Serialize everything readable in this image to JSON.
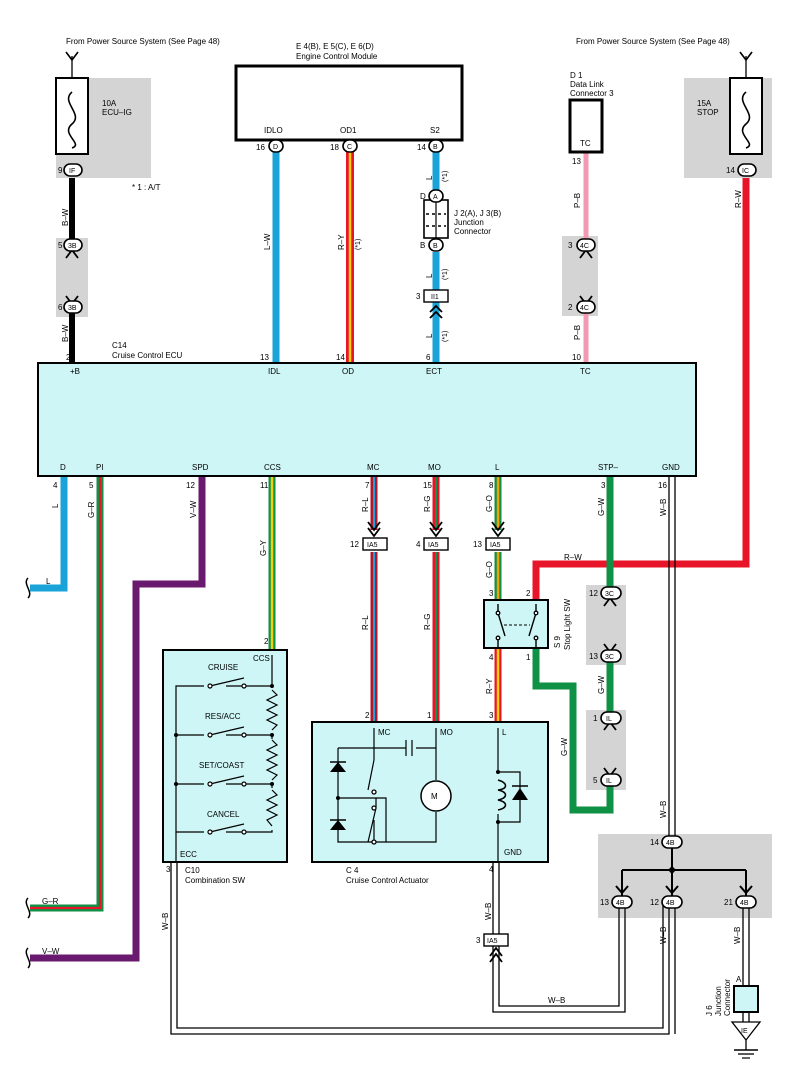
{
  "power_source_left": "From Power Source System (See Page 48)",
  "power_source_right": "From Power Source System (See Page 48)",
  "fuse_left": {
    "amp": "10A",
    "name": "ECU–IG"
  },
  "fuse_right": {
    "amp": "15A",
    "name": "STOP"
  },
  "note": "* 1 : A/T",
  "ecm": {
    "ref": "E 4(B), E 5(C), E 6(D)",
    "name": "Engine Control Module",
    "pins": [
      {
        "label": "IDLO",
        "num": "16",
        "conn": "D"
      },
      {
        "label": "OD1",
        "num": "18",
        "conn": "C"
      },
      {
        "label": "S2",
        "num": "14",
        "conn": "B"
      }
    ]
  },
  "dlc": {
    "ref": "D 1",
    "name1": "Data Link",
    "name2": "Connector 3",
    "pin_label": "TC",
    "pin_num": "13"
  },
  "junction": {
    "ref": "J 2(A), J 3(B)",
    "name1": "Junction",
    "name2": "Connector",
    "d": "D",
    "a": "A",
    "b1": "B",
    "b2": "B"
  },
  "ecu": {
    "ref": "C14",
    "name": "Cruise Control ECU",
    "top_pins": [
      {
        "num": "2",
        "label": "+B"
      },
      {
        "num": "13",
        "label": "IDL"
      },
      {
        "num": "14",
        "label": "OD"
      },
      {
        "num": "6",
        "label": "ECT"
      },
      {
        "num": "10",
        "label": "TC"
      }
    ],
    "bottom_pins": [
      {
        "num": "4",
        "label": "D"
      },
      {
        "num": "5",
        "label": "PI"
      },
      {
        "num": "12",
        "label": "SPD"
      },
      {
        "num": "11",
        "label": "CCS"
      },
      {
        "num": "7",
        "label": "MC"
      },
      {
        "num": "15",
        "label": "MO"
      },
      {
        "num": "8",
        "label": "L"
      },
      {
        "num": "3",
        "label": "STP–"
      },
      {
        "num": "16",
        "label": "GND"
      }
    ]
  },
  "connectors": {
    "c9": "9",
    "c9l": "IF",
    "c5": "5",
    "c5l": "3B",
    "c6": "6",
    "c6l": "3B",
    "c14r": "14",
    "c14rl": "IC",
    "c3r": "3",
    "c3rl": "4C",
    "c2r": "2",
    "c2rl": "4C",
    "ii3": "3",
    "ii3l": "II1",
    "ia12": "12",
    "ia4": "4",
    "ia13": "13",
    "ia5": "IA5",
    "sc12": "12",
    "sc12l": "3C",
    "sc13": "13",
    "sc13l": "3C",
    "il1": "1",
    "il1l": "IL",
    "il5": "5",
    "il5l": "IL",
    "b14": "14",
    "b14l": "4B",
    "b13": "13",
    "b13l": "4B",
    "b12": "12",
    "b12l": "4B",
    "b21": "21",
    "b21l": "4B",
    "ia3": "3",
    "ia3l": "IA5"
  },
  "wires": {
    "bw1": "B–W",
    "bw2": "B–W",
    "lw": "L–W",
    "ry": "R–Y",
    "star1a": "(*1)",
    "star1b": "(*1)",
    "l1": "L",
    "star1c": "(*1)",
    "l2": "L",
    "star1d": "(*1)",
    "l3": "L",
    "pb1": "P–B",
    "pb2": "P–B",
    "rw1": "R–W",
    "rw2": "R–W",
    "l_out": "L",
    "l_left": "L",
    "gr": "G–R",
    "gr_left": "G–R",
    "vw": "V–W",
    "vw_left": "V–W",
    "gy": "G–Y",
    "rl1": "R–L",
    "rl2": "R–L",
    "rg1": "R–G",
    "rg2": "R–G",
    "go1": "G–O",
    "go2": "G–O",
    "ry2": "R–Y",
    "gw1": "G–W",
    "gw2": "G–W",
    "gw3": "G–W",
    "wb1": "W–B",
    "wb2": "W–B",
    "wb3": "W–B",
    "wb4": "W–B",
    "wb5": "W–B",
    "wb6": "W–B",
    "wb7": "W–B"
  },
  "stop_sw": {
    "ref": "S 9",
    "name": "Stop Light SW",
    "p2": "2",
    "p1": "1",
    "p3": "3",
    "p4": "4"
  },
  "combo_sw": {
    "ref": "C10",
    "name": "Combination SW",
    "ccs": "CCS",
    "ecc": "ECC",
    "p2": "2",
    "p3": "3",
    "switches": [
      "CRUISE",
      "RES/ACC",
      "SET/COAST",
      "CANCEL"
    ]
  },
  "actuator": {
    "ref": "C 4",
    "name": "Cruise Control Actuator",
    "mc": "MC",
    "mo": "MO",
    "l": "L",
    "gnd": "GND",
    "p2": "2",
    "p1": "1",
    "p3": "3",
    "p4": "4",
    "motor": "M"
  },
  "jc6": {
    "ref": "J 6",
    "name1": "Junction",
    "name2": "Connector",
    "pin": "A"
  },
  "ground": "IE",
  "colors": {
    "blue": "#1aa3d9",
    "red": "#e8152a",
    "pink": "#f29ab3",
    "yellow": "#f4d10a",
    "purple": "#6a1a6e",
    "green": "#0f9146",
    "darkred": "#b0172d",
    "black": "#000000"
  }
}
